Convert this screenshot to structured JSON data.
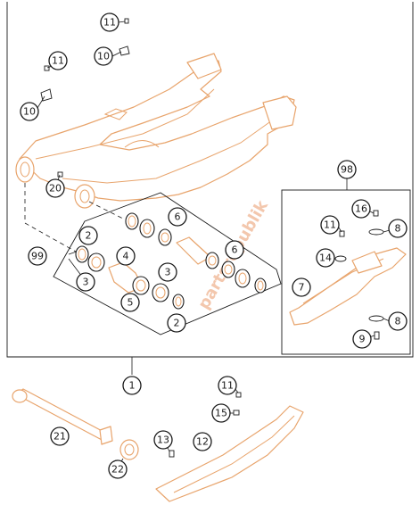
{
  "diagram": {
    "callouts": [
      {
        "id": "c11a",
        "label": "11"
      },
      {
        "id": "c11b",
        "label": "11"
      },
      {
        "id": "c10a",
        "label": "10"
      },
      {
        "id": "c10b",
        "label": "10"
      },
      {
        "id": "c20",
        "label": "20"
      },
      {
        "id": "c99",
        "label": "99"
      },
      {
        "id": "c2a",
        "label": "2"
      },
      {
        "id": "c3a",
        "label": "3"
      },
      {
        "id": "c4",
        "label": "4"
      },
      {
        "id": "c5",
        "label": "5"
      },
      {
        "id": "c6a",
        "label": "6"
      },
      {
        "id": "c6b",
        "label": "6"
      },
      {
        "id": "c3b",
        "label": "3"
      },
      {
        "id": "c2b",
        "label": "2"
      },
      {
        "id": "c98",
        "label": "98"
      },
      {
        "id": "c16",
        "label": "16"
      },
      {
        "id": "c11c",
        "label": "11"
      },
      {
        "id": "c8a",
        "label": "8"
      },
      {
        "id": "c14",
        "label": "14"
      },
      {
        "id": "c7",
        "label": "7"
      },
      {
        "id": "c8b",
        "label": "8"
      },
      {
        "id": "c9",
        "label": "9"
      },
      {
        "id": "c1",
        "label": "1"
      },
      {
        "id": "c11d",
        "label": "11"
      },
      {
        "id": "c15",
        "label": "15"
      },
      {
        "id": "c21",
        "label": "21"
      },
      {
        "id": "c13",
        "label": "13"
      },
      {
        "id": "c12",
        "label": "12"
      },
      {
        "id": "c22",
        "label": "22"
      }
    ],
    "watermark": "partsrepublik"
  }
}
